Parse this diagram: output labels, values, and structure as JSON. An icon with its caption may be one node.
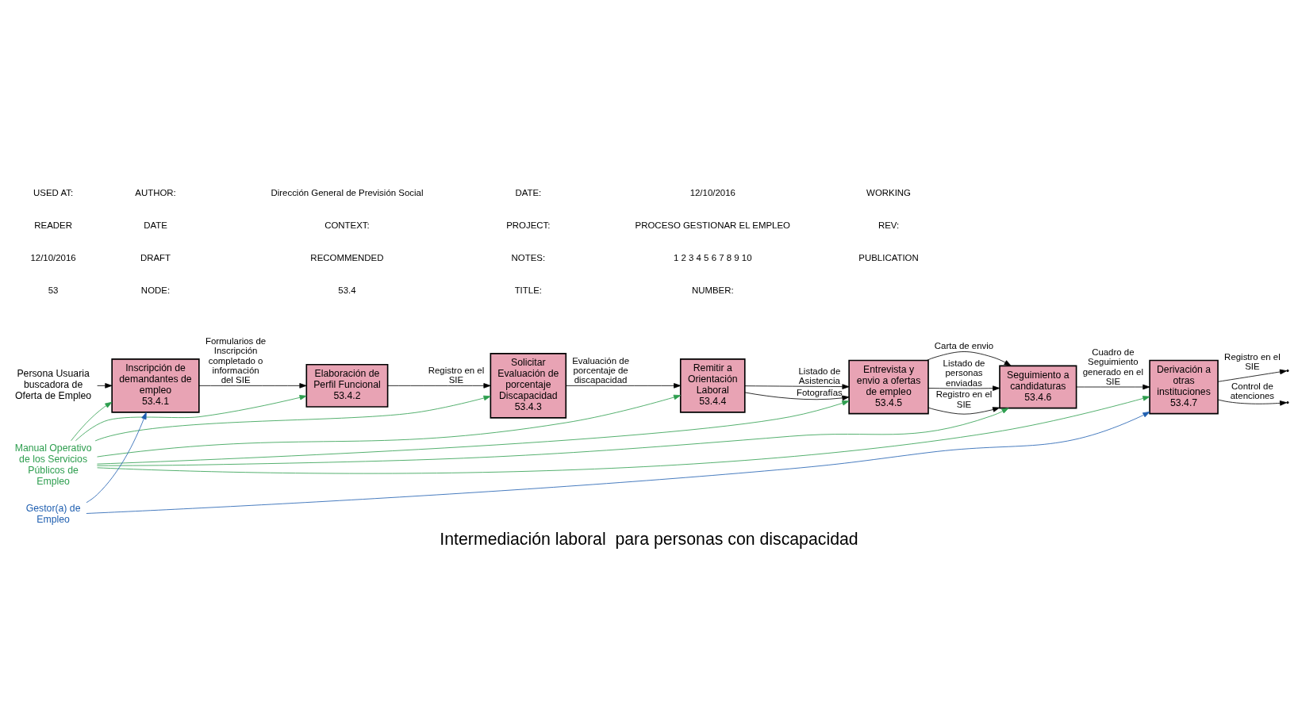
{
  "diagram": {
    "title": "Intermediación laboral  para personas con discapacidad",
    "nodes": [
      {
        "text": [
          "Persona Usuaria buscadora de Oferta de Empleo"
        ]
      },
      {
        "text": [
          "Manual Operativo de los Servicios Públicos de Empleo"
        ]
      },
      {
        "text": [
          "Gestor(a) de Empleo"
        ]
      },
      {
        "text": [
          "Inscripción de demandantes de empleo",
          "53.4.1"
        ]
      },
      {
        "text": [
          "Elaboración de Perfil Funcional",
          "53.4.2"
        ]
      },
      {
        "text": [
          "Solicitar Evaluación de porcentaje Discapacidad",
          "53.4.3"
        ]
      },
      {
        "text": [
          "Remitir a Orientación Laboral",
          "53.4.4"
        ]
      },
      {
        "text": [
          "Entrevista y envio a ofertas de empleo",
          "53.4.5"
        ]
      },
      {
        "text": [
          "Seguimiento a candidaturas",
          "53.4.6"
        ]
      },
      {
        "text": [
          "Derivación a otras instituciones",
          "53.4.7"
        ]
      }
    ],
    "edges": [
      {
        "from": 0,
        "to": 3,
        "arrow": "to"
      },
      {
        "from": 3,
        "to": 4,
        "arrow": "to",
        "label": "Formularios de Inscripción completado o información del SIE"
      },
      {
        "from": 4,
        "to": 5,
        "arrow": "to",
        "label": "Registro en el SIE"
      },
      {
        "from": 5,
        "to": 6,
        "arrow": "to",
        "label": "Evaluación de porcentaje de discapacidad"
      },
      {
        "from": 6,
        "to": 7,
        "arrow": "to",
        "label": "Listado de Asistencia"
      },
      {
        "from": 6,
        "to": 7,
        "arrow": "to",
        "label": "Fotografías"
      },
      {
        "from": 7,
        "to": 8,
        "arrow": "to",
        "label": "Carta de envio"
      },
      {
        "from": 7,
        "to": 8,
        "arrow": "to",
        "label": "Listado de personas enviadas"
      },
      {
        "from": 7,
        "to": 8,
        "arrow": "to",
        "label": "Registro en el SIE"
      },
      {
        "from": 8,
        "to": 9,
        "arrow": "to",
        "label": "Cuadro de Seguimiento generado en el SIE"
      },
      {
        "from": 9,
        "to": null,
        "arrow": "to",
        "label": "Registro en el SIE"
      },
      {
        "from": 9,
        "to": null,
        "arrow": "to",
        "label": "Control de atenciones"
      },
      {
        "from": 1,
        "to": 3,
        "arrow": "to",
        "color": "#2e9e4f"
      },
      {
        "from": 1,
        "to": 4,
        "arrow": "to",
        "color": "#2e9e4f"
      },
      {
        "from": 1,
        "to": 5,
        "arrow": "to",
        "color": "#2e9e4f"
      },
      {
        "from": 1,
        "to": 6,
        "arrow": "to",
        "color": "#2e9e4f"
      },
      {
        "from": 1,
        "to": 7,
        "arrow": "to",
        "color": "#2e9e4f"
      },
      {
        "from": 1,
        "to": 8,
        "arrow": "to",
        "color": "#2e9e4f"
      },
      {
        "from": 1,
        "to": 9,
        "arrow": "to",
        "color": "#2e9e4f"
      },
      {
        "from": 2,
        "to": 3,
        "arrow": "to",
        "color": "#1f5fb0"
      },
      {
        "from": 2,
        "to": 9,
        "arrow": "to",
        "color": "#1f5fb0"
      }
    ],
    "labels": [
      "USED AT:",
      "AUTHOR:",
      "Dirección General de Previsión Social",
      "DATE:",
      "12/10/2016",
      "WORKING",
      "READER",
      "DATE",
      "CONTEXT:",
      "PROJECT:",
      "PROCESO GESTIONAR EL EMPLEO",
      "REV:",
      "12/10/2016",
      "DRAFT",
      "RECOMMENDED",
      "NOTES:",
      "1 2 3 4 5 6 7 8 9 10",
      "PUBLICATION",
      "53",
      "NODE:",
      "53.4",
      "TITLE:",
      "NUMBER:"
    ]
  }
}
